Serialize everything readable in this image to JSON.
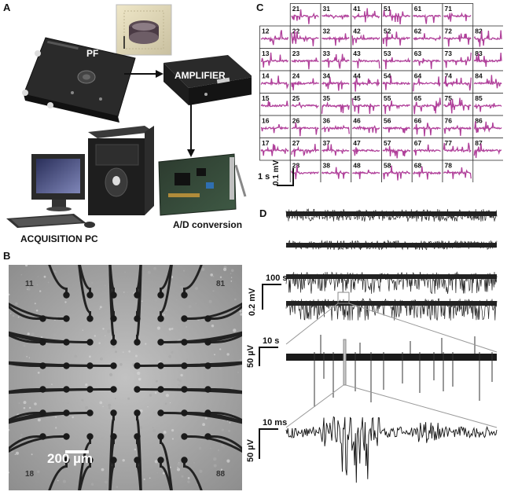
{
  "panels": {
    "a": {
      "letter": "A",
      "pf_label": "PF",
      "amplifier_label": "AMPLIFIER",
      "pc_label": "ACQUISITION PC",
      "ad_label": "A/D conversion"
    },
    "b": {
      "letter": "B",
      "corner_labels": [
        "11",
        "81",
        "18",
        "88"
      ],
      "scalebar_label": "200 µm"
    },
    "c": {
      "letter": "C",
      "rows": [
        [
          "",
          "21",
          "31",
          "41",
          "51",
          "61",
          "71",
          ""
        ],
        [
          "12",
          "22",
          "32",
          "42",
          "52",
          "62",
          "72",
          "82"
        ],
        [
          "13",
          "23",
          "33",
          "43",
          "53",
          "63",
          "73",
          "83"
        ],
        [
          "14",
          "24",
          "34",
          "44",
          "54",
          "64",
          "74",
          "84"
        ],
        [
          "15",
          "25",
          "35",
          "45",
          "55",
          "65",
          "75",
          "85"
        ],
        [
          "16",
          "26",
          "36",
          "46",
          "56",
          "66",
          "76",
          "86"
        ],
        [
          "17",
          "27",
          "37",
          "47",
          "57",
          "67",
          "77",
          "87"
        ],
        [
          "",
          "28",
          "38",
          "48",
          "58",
          "68",
          "78",
          ""
        ]
      ],
      "trace_color": "#b0409a",
      "time_scale": "1 s",
      "amp_scale": "0.1 mV"
    },
    "d": {
      "letter": "D",
      "scale_time_1": "100 s",
      "scale_amp_1": "0.2 mV",
      "scale_time_2": "10 s",
      "scale_amp_2": "50 µV",
      "scale_time_3": "10 ms",
      "scale_amp_3": "50 µV"
    }
  }
}
